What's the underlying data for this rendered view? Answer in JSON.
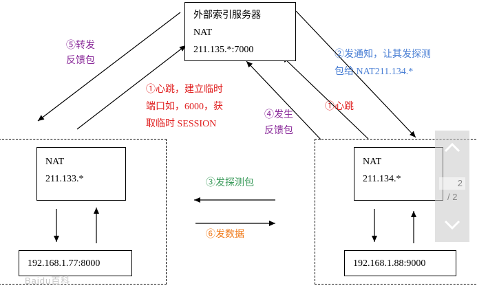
{
  "server": {
    "title": "外部索引服务器",
    "nat": "NAT",
    "address": "211.135.*:7000"
  },
  "left_nat": {
    "label": "NAT",
    "address": "211.133.*"
  },
  "right_nat": {
    "label": "NAT",
    "address": "211.134.*"
  },
  "left_host": {
    "address": "192.168.1.77:8000"
  },
  "right_host": {
    "address": "192.168.1.88:9000"
  },
  "labels": {
    "step1": [
      "①心跳，建立临时",
      "端口如，6000，获",
      "取临时 SESSION"
    ],
    "step1_right": "①心跳",
    "step2": [
      "②发通知，让其发探测",
      "包给 NAT211.134.*"
    ],
    "step3": "③发探测包",
    "step4": [
      "④发生",
      "反馈包"
    ],
    "step5": [
      "⑤转发",
      "反馈包"
    ],
    "step6": "⑥发数据"
  },
  "colors": {
    "red": "#e02020",
    "blue": "#4a7fd4",
    "purple": "#8a2a9a",
    "green": "#3a9a5a",
    "orange": "#f07a1a"
  },
  "pager": {
    "current": "2",
    "total": "/ 2",
    "up_icon": "chevron-up-icon",
    "down_icon": "chevron-down-icon"
  },
  "watermark": "Baidu百科"
}
